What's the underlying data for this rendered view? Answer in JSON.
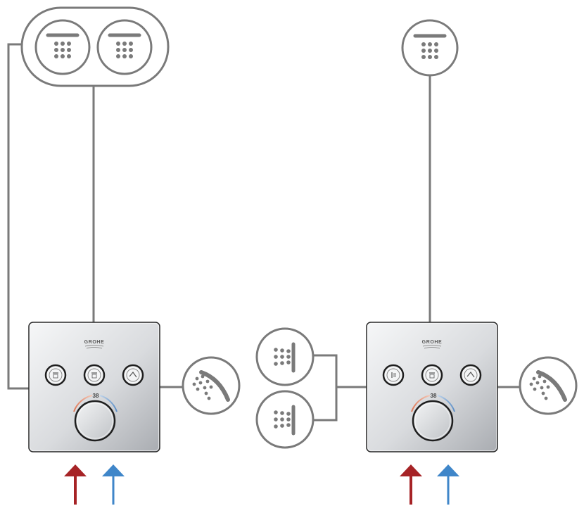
{
  "diagram": {
    "title": "",
    "configurations": [
      {
        "id": "left",
        "thermostat": {
          "brand": "GROHE",
          "temperature_mark": "38",
          "buttons": [
            "overhead-shower",
            "overhead-shower",
            "hand-shower"
          ]
        },
        "outlets": {
          "top": [
            "overhead-shower",
            "overhead-shower"
          ],
          "right": [
            "hand-shower"
          ]
        },
        "inlets": [
          "hot",
          "cold"
        ]
      },
      {
        "id": "right",
        "thermostat": {
          "brand": "GROHE",
          "temperature_mark": "38",
          "buttons": [
            "body-jets",
            "overhead-shower",
            "hand-shower"
          ]
        },
        "outlets": {
          "top": [
            "overhead-shower"
          ],
          "left": [
            "body-jet",
            "body-jet"
          ],
          "right": [
            "hand-shower"
          ]
        },
        "inlets": [
          "hot",
          "cold"
        ]
      }
    ],
    "colors": {
      "line": "#7a7a7a",
      "hot": "#a62326",
      "cold": "#3f86c9",
      "panel_light": "#f2f3f5",
      "panel_dark": "#aeb1b6"
    }
  }
}
